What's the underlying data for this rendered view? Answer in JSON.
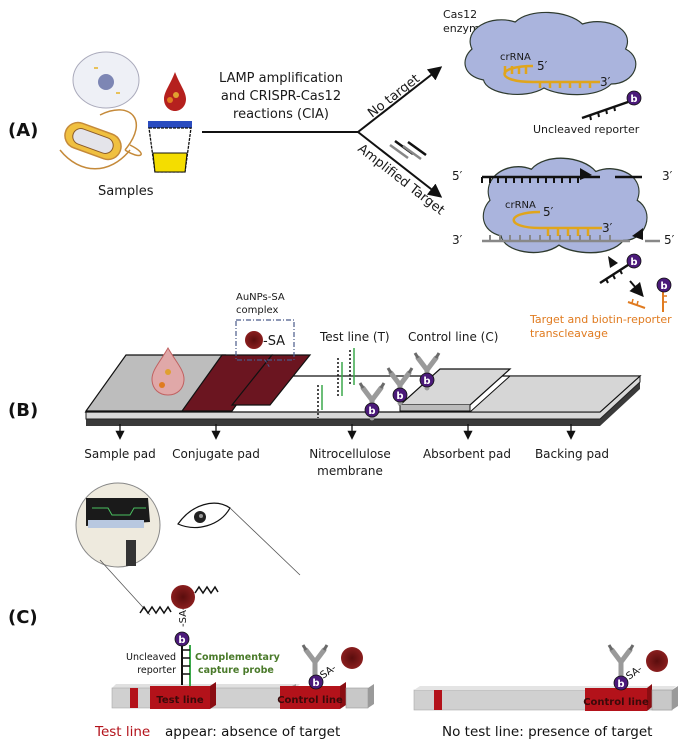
{
  "figure": {
    "panels": [
      "(A)",
      "(B)",
      "(C)"
    ]
  },
  "panelA": {
    "samples_label": "Samples",
    "process_label": [
      "LAMP amplification",
      "and CRISPR-Cas12",
      "reactions (CIA)"
    ],
    "branch_no_target": "No target",
    "branch_amplified": "Amplified Target",
    "enzyme_label": [
      "Cas12",
      "enzyme"
    ],
    "crrna_label": "crRNA",
    "five_prime": "5′",
    "three_prime": "3′",
    "uncleaved_reporter": "Uncleaved reporter",
    "biotin_symbol": "b",
    "transcleavage_label": [
      "Target and biotin-reporter",
      "transcleavage"
    ]
  },
  "panelB": {
    "complex_label": [
      "AuNPs-SA",
      "complex"
    ],
    "sa_label": "-SA",
    "test_line_label": "Test line (T)",
    "control_line_label": "Control  line (C)",
    "parts": [
      "Sample pad",
      "Conjugate pad",
      "Nitrocellulose",
      "Absorbent  pad",
      "Backing pad"
    ],
    "parts_sub": "membrane"
  },
  "panelC": {
    "sa_label": "-SA-",
    "sa_label_short": "SA-",
    "uncleaved_reporter": [
      "Uncleaved",
      "reporter"
    ],
    "capture_probe": [
      "Complementary",
      "capture probe"
    ],
    "test_line": "Test line",
    "control_line": "Control line",
    "left_caption_highlight": "Test line",
    "left_caption_rest": " appear: absence of target",
    "right_caption": "No test line: presence of target"
  },
  "colors": {
    "cloud": "#aab4dd",
    "crrna": "#e0a51c",
    "biotin": "#4b1a7a",
    "gold": "#7d1a1a",
    "stripRed": "#b3121a",
    "green": "#3aa84a",
    "orange": "#e07b20"
  }
}
